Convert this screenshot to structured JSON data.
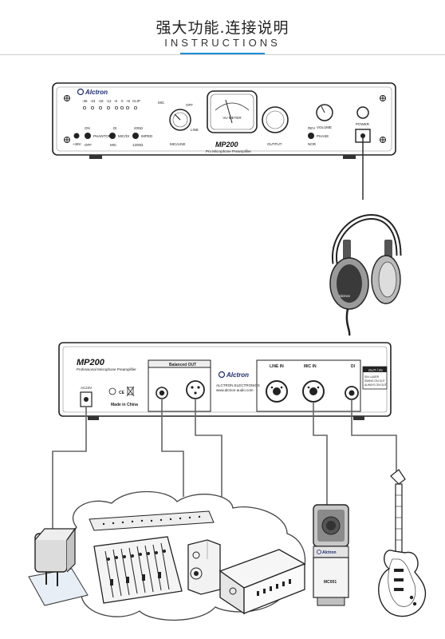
{
  "header": {
    "title": "强大功能.连接说明",
    "subtitle": "INSTRUCTIONS"
  },
  "front_panel": {
    "brand": "Alctron",
    "model": "MP200",
    "model_desc": "Pro Microphone Preamplifier",
    "meter_label": "VU METER",
    "led_labels": [
      "-36",
      "-24",
      "-18",
      "-12",
      "-6",
      "0",
      "+6",
      "CLIP"
    ],
    "switches": [
      {
        "top": "ON",
        "side": "PHANTOM",
        "bottom": "OFF"
      },
      {
        "top": "DI",
        "side": "MIC/DI",
        "bottom": "MIC"
      },
      {
        "top": "200Ω",
        "side": "IMPED",
        "bottom": "1200Ω"
      }
    ],
    "left_switch_label": "+48V",
    "mic_line_labels": [
      "MIC",
      "LINE",
      "OFF",
      "MIC/LINE"
    ],
    "output_label": "OUTPUT",
    "volume_label": "VOLUME",
    "phase_labels": [
      "REV",
      "PHASE",
      "NOR"
    ],
    "power_label": "POWER"
  },
  "rear_panel": {
    "model": "MP200",
    "model_desc": "Professional Microphone Preamplifier",
    "power_label": "AC24V",
    "made_in": "Made in China",
    "balanced_out_label": "Balanced OUT",
    "brand": "Alctron",
    "brand_line1": "ALCTRON ELECTRONICS",
    "brand_line2": "www.alctron-audio.com",
    "line_in_label": "LINE IN",
    "mic_in_label": "MIC IN",
    "di_label": "DI",
    "out_in_label": "OUT / IN",
    "legend_lines": [
      "SIN LAGER",
      "SWING ON OUT",
      "ALWAYS ON OUT"
    ]
  },
  "devices": {
    "headphones_brand": "Alctron",
    "mic_brand": "Alctron",
    "mic_model": "MC001"
  }
}
